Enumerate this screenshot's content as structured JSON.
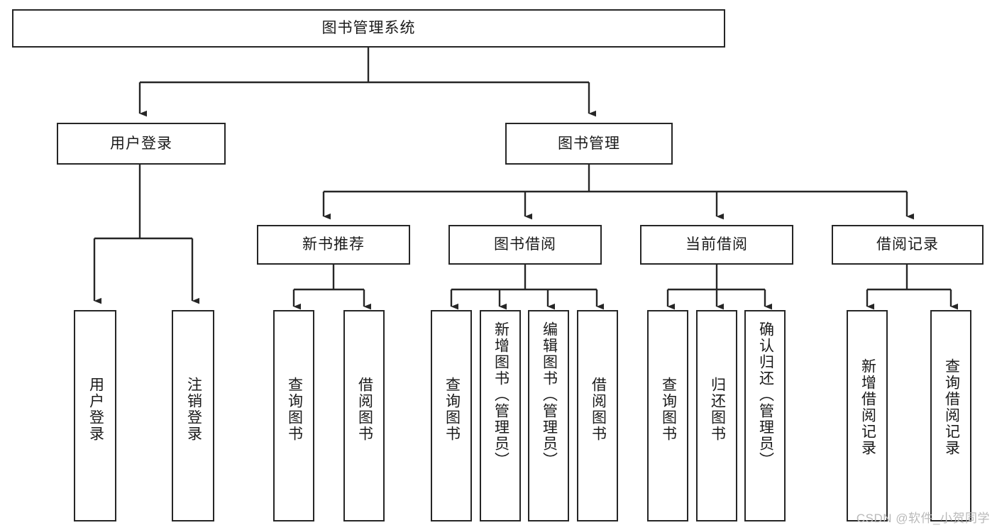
{
  "diagram": {
    "title": "图书管理系统",
    "type": "hierarchy-tree",
    "root": {
      "label": "图书管理系统"
    },
    "level2": [
      {
        "label": "用户登录"
      },
      {
        "label": "图书管理"
      }
    ],
    "level3": [
      {
        "label": "新书推荐",
        "parent": "图书管理"
      },
      {
        "label": "图书借阅",
        "parent": "图书管理"
      },
      {
        "label": "当前借阅",
        "parent": "图书管理"
      },
      {
        "label": "借阅记录",
        "parent": "图书管理"
      }
    ],
    "leaves": {
      "user_login": [
        {
          "label": "用户登录"
        },
        {
          "label": "注销登录"
        }
      ],
      "new_book_recommend": [
        {
          "label": "查询图书"
        },
        {
          "label": "借阅图书"
        }
      ],
      "book_borrow": [
        {
          "label": "查询图书"
        },
        {
          "label": "新增图书（管理员）"
        },
        {
          "label": "编辑图书（管理员）"
        },
        {
          "label": "借阅图书"
        }
      ],
      "current_borrow": [
        {
          "label": "查询图书"
        },
        {
          "label": "归还图书"
        },
        {
          "label": "确认归还（管理员）"
        }
      ],
      "borrow_record": [
        {
          "label": "新增借阅记录"
        },
        {
          "label": "查询借阅记录"
        }
      ]
    }
  },
  "watermark": {
    "text": "CSDN @软件_小贺同学"
  },
  "colors": {
    "stroke": "#262626",
    "text": "#1a1a1a",
    "background": "#ffffff",
    "watermark": "#b9b9b9"
  }
}
